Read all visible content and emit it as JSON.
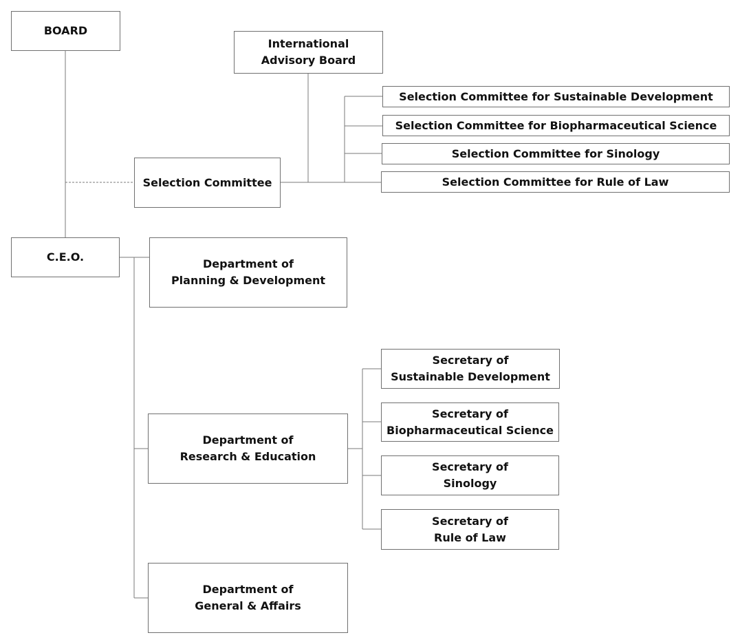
{
  "nodes": {
    "board": {
      "lines": [
        "BOARD"
      ]
    },
    "international_advisory_board": {
      "lines": [
        "International",
        "Advisory Board"
      ]
    },
    "selection_committee": {
      "lines": [
        "Selection Committee"
      ]
    },
    "sc_sustainable_development": {
      "lines": [
        "Selection Committee for Sustainable Development"
      ]
    },
    "sc_biopharmaceutical_science": {
      "lines": [
        "Selection Committee for Biopharmaceutical Science"
      ]
    },
    "sc_sinology": {
      "lines": [
        "Selection Committee for Sinology"
      ]
    },
    "sc_rule_of_law": {
      "lines": [
        "Selection Committee for Rule of Law"
      ]
    },
    "ceo": {
      "lines": [
        "C.E.O."
      ]
    },
    "dept_planning": {
      "lines": [
        "Department of",
        "Planning & Development"
      ]
    },
    "dept_research": {
      "lines": [
        "Department of",
        "Research & Education"
      ]
    },
    "dept_general": {
      "lines": [
        "Department of",
        "General & Affairs"
      ]
    },
    "sec_sustainable_development": {
      "lines": [
        "Secretary of",
        "Sustainable Development"
      ]
    },
    "sec_biopharmaceutical_science": {
      "lines": [
        "Secretary of",
        "Biopharmaceutical Science"
      ]
    },
    "sec_sinology": {
      "lines": [
        "Secretary of",
        "Sinology"
      ]
    },
    "sec_rule_of_law": {
      "lines": [
        "Secretary of",
        "Rule of Law"
      ]
    }
  },
  "colors": {
    "border": "#6f6f6f",
    "line": "#7a7a7a",
    "text": "#111111"
  }
}
